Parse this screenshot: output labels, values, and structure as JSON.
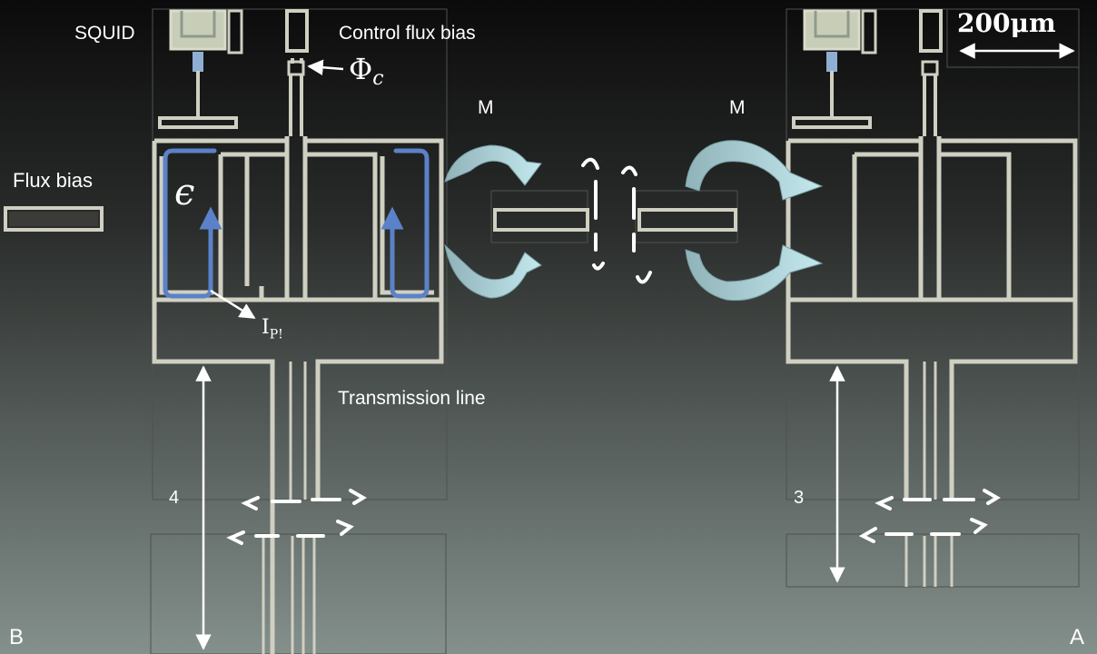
{
  "labels": {
    "squid": "SQUID",
    "control_flux_bias": "Control flux bias",
    "phi_c_symbol": "Φ",
    "phi_c_sub": "c",
    "scale_bar": "200μm",
    "flux_bias": "Flux bias",
    "epsilon": "ϵ",
    "ip_main": "I",
    "ip_sub": "P!",
    "m_left": "M",
    "m_right": "M",
    "transmission_line": "Transmission line",
    "num_left": "4",
    "num_right": "3",
    "corner_left": "B",
    "corner_right": "A"
  },
  "colors": {
    "bg_top": "#0c0c0c",
    "bg_bottom": "#7f8c88",
    "trace": "#cfcfc2",
    "loop_arrow": "#5b82c8",
    "coupling_arrow": "#a9d4dc",
    "text": "#ffffff"
  }
}
